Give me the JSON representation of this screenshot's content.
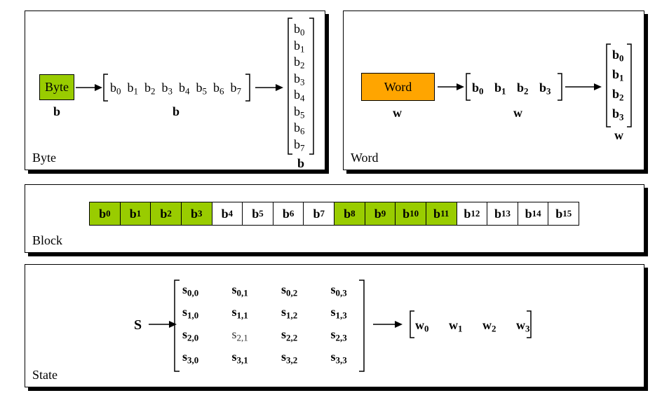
{
  "byte_panel": {
    "label": "Byte",
    "box_label": "Byte",
    "box_caption": "b",
    "row_bits": [
      "b0",
      "b1",
      "b2",
      "b3",
      "b4",
      "b5",
      "b6",
      "b7"
    ],
    "row_caption": "b",
    "col_bits": [
      "b0",
      "b1",
      "b2",
      "b3",
      "b4",
      "b5",
      "b6",
      "b7"
    ],
    "col_caption": "b"
  },
  "word_panel": {
    "label": "Word",
    "box_label": "Word",
    "box_caption": "w",
    "row_bytes": [
      "b0",
      "b1",
      "b2",
      "b3"
    ],
    "row_caption": "w",
    "col_bytes": [
      "b0",
      "b1",
      "b2",
      "b3"
    ],
    "col_caption": "w"
  },
  "block_panel": {
    "label": "Block",
    "cells": [
      "b0",
      "b1",
      "b2",
      "b3",
      "b4",
      "b5",
      "b6",
      "b7",
      "b8",
      "b9",
      "b10",
      "b11",
      "b12",
      "b13",
      "b14",
      "b15"
    ],
    "highlighted": [
      0,
      1,
      2,
      3,
      8,
      9,
      10,
      11
    ]
  },
  "state_panel": {
    "label": "State",
    "symbol": "S",
    "matrix": [
      [
        "s0,0",
        "s0,1",
        "s0,2",
        "s0,3"
      ],
      [
        "s1,0",
        "s1,1",
        "s1,2",
        "s1,3"
      ],
      [
        "s2,0",
        "s2,1",
        "s2,2",
        "s2,3"
      ],
      [
        "s3,0",
        "s3,1",
        "s3,2",
        "s3,3"
      ]
    ],
    "words": [
      "w0",
      "w1",
      "w2",
      "w3"
    ]
  },
  "colors": {
    "byte_fill": "#99cc00",
    "word_fill": "#ffa500",
    "shadow": "#000000"
  }
}
